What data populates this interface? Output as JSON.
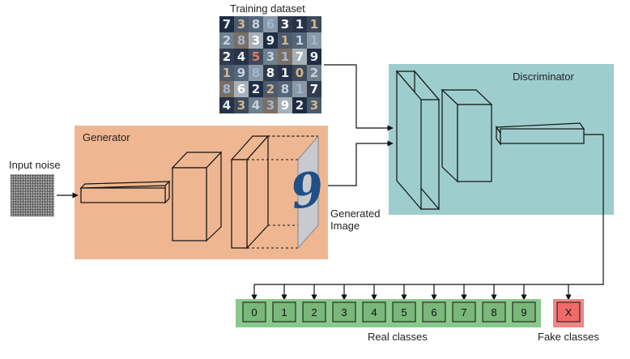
{
  "labels": {
    "training_dataset": "Training dataset",
    "input_noise": "Input noise",
    "generator": "Generator",
    "discriminator": "Discriminator",
    "generated_image_line1": "Generated",
    "generated_image_line2": "Image",
    "real_classes": "Real classes",
    "fake_classes": "Fake classes"
  },
  "generated_digit": "9",
  "dataset_digits": [
    "7",
    "3",
    "8",
    "6",
    "3",
    "1",
    "1",
    "2",
    "8",
    "3",
    "9",
    "1",
    "1",
    "1",
    "2",
    "4",
    "5",
    "3",
    "1",
    "7",
    "9",
    "1",
    "9",
    "8",
    "8",
    "1",
    "0",
    "2",
    "8",
    "6",
    "2",
    "2",
    "8",
    "1",
    "7",
    "4",
    "3",
    "4",
    "3",
    "9",
    "2",
    "3"
  ],
  "real_classes": [
    "0",
    "1",
    "2",
    "3",
    "4",
    "5",
    "6",
    "7",
    "8",
    "9"
  ],
  "fake_class": "X",
  "colors": {
    "generator_panel": "#eeb792",
    "discriminator_panel": "#9ecdcd",
    "real_class_bg": "#89c98a",
    "real_class_box": "#79b77a",
    "fake_class_bg": "#f08684",
    "line": "#111111"
  }
}
